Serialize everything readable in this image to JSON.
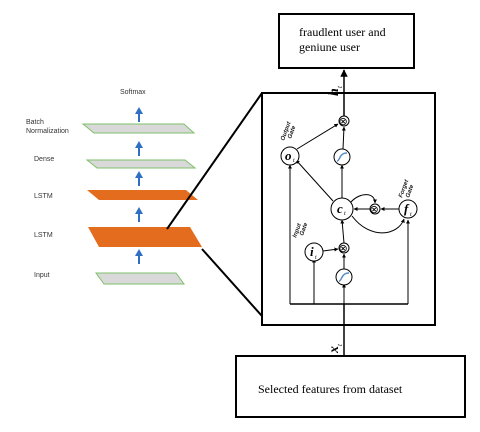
{
  "output_box": {
    "line1": "fraudlent user and",
    "line2": "geniune user"
  },
  "input_box": {
    "text": "Selected features from dataset"
  },
  "stack": {
    "softmax": "Softmax",
    "batch_norm_line1": "Batch",
    "batch_norm_line2": "Normalization",
    "dense": "Dense",
    "lstm_upper": "LSTM",
    "lstm_lower": "LSTM",
    "input": "Input"
  },
  "cell": {
    "h_label": "h",
    "h_sub": "t",
    "x_label": "x",
    "x_sub": "t",
    "output_gate_line1": "Output",
    "output_gate_line2": "Gate",
    "input_gate_line1": "Input",
    "input_gate_line2": "Gate",
    "forget_gate_line1": "Forget",
    "forget_gate_line2": "Gate",
    "o_symbol": "o",
    "o_sub": "t",
    "i_symbol": "i",
    "i_sub": "t",
    "f_symbol": "f",
    "f_sub": "t",
    "c_symbol": "c",
    "c_sub": "t",
    "multiply_symbol": "⊗"
  },
  "colors": {
    "lstm_layer": "#e46c1f",
    "gray_layer": "#d9d9d9",
    "gray_layer_edge": "#7fc06a",
    "arrow_blue": "#2e6fc4",
    "tanh_stroke": "#5b8ec9"
  }
}
